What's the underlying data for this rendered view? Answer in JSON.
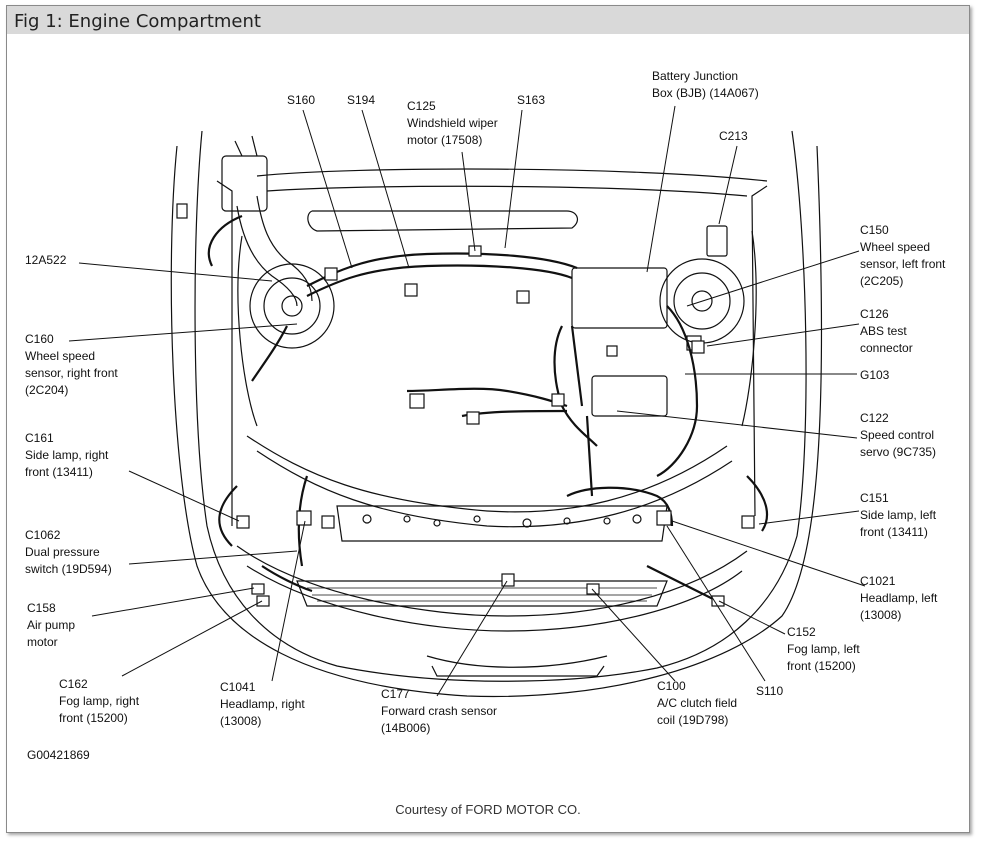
{
  "title": "Fig 1: Engine Compartment",
  "credit": "Courtesy of FORD MOTOR CO.",
  "figure_id": "G00421869",
  "labels": {
    "s160": [
      "S160"
    ],
    "s194": [
      "S194"
    ],
    "c125": [
      "C125",
      "Windshield wiper",
      "motor (17508)"
    ],
    "s163": [
      "S163"
    ],
    "bjb": [
      "Battery Junction",
      "Box (BJB) (14A067)"
    ],
    "c213": [
      "C213"
    ],
    "a12a522": [
      "12A522"
    ],
    "c150": [
      "C150",
      "Wheel speed",
      "sensor, left front",
      "(2C205)"
    ],
    "c126": [
      "C126",
      "ABS test",
      "connector"
    ],
    "c160": [
      "C160",
      "Wheel speed",
      "sensor, right front",
      "(2C204)"
    ],
    "g103": [
      "G103"
    ],
    "c122": [
      "C122",
      "Speed control",
      "servo (9C735)"
    ],
    "c161": [
      "C161",
      "Side lamp, right",
      "front (13411)"
    ],
    "c151": [
      "C151",
      "Side lamp, left",
      "front (13411)"
    ],
    "c1062": [
      "C1062",
      "Dual pressure",
      "switch (19D594)"
    ],
    "c1021": [
      "C1021",
      "Headlamp, left",
      "(13008)"
    ],
    "c158": [
      "C158",
      "Air pump",
      "motor"
    ],
    "c152": [
      "C152",
      "Fog lamp, left",
      "front (15200)"
    ],
    "c162": [
      "C162",
      "Fog lamp, right",
      "front (15200)"
    ],
    "c1041": [
      "C1041",
      "Headlamp, right",
      "(13008)"
    ],
    "c177": [
      "C177",
      "Forward crash sensor",
      "(14B006)"
    ],
    "c100": [
      "C100",
      "A/C clutch field",
      "coil (19D798)"
    ],
    "s110": [
      "S110"
    ]
  }
}
